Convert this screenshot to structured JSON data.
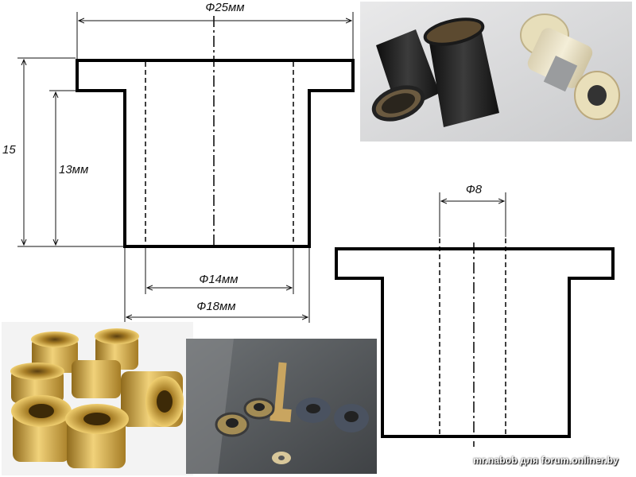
{
  "dimensions": {
    "outer_diameter": "Ф25мм",
    "total_height": "15",
    "body_height": "13мм",
    "inner_diameter": "Ф14мм",
    "body_diameter": "Ф18мм",
    "second_inner_diameter": "Ф8"
  },
  "photos": [
    {
      "id": "steel-bushings",
      "description_icon": "metal-bushing-icon"
    },
    {
      "id": "plastic-bushing",
      "description_icon": "plastic-bushing-icon"
    },
    {
      "id": "brass-bushings",
      "description_icon": "brass-bushing-icon"
    },
    {
      "id": "assembly-parts",
      "description_icon": "bolt-icon"
    }
  ],
  "watermark": "mr.nabob для forum.onliner.by",
  "colors": {
    "line": "#000000",
    "brass": "#c9a13a",
    "steel": "#2a2a2a",
    "plastic": "#ece4c8",
    "workbench": "#5b5f62"
  }
}
